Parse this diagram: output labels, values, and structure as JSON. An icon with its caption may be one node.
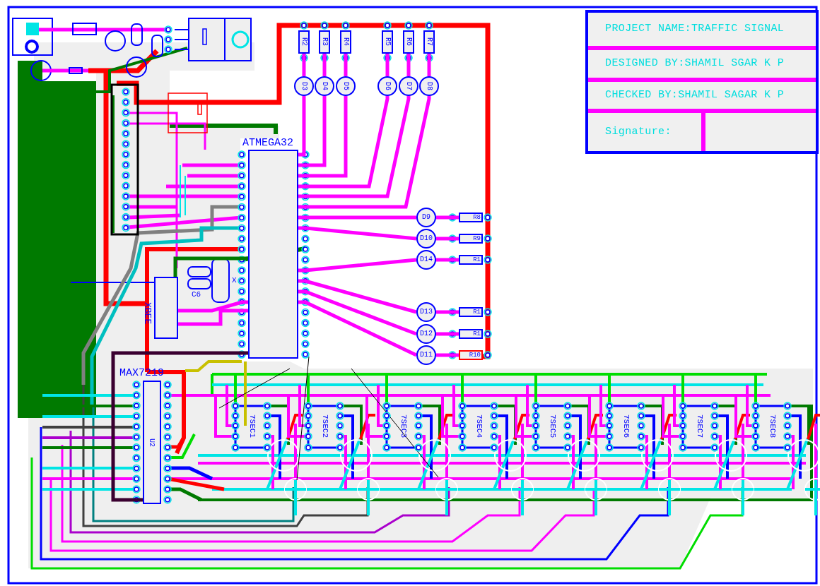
{
  "diagram": {
    "nodes": [
      {
        "text": [],
        "shape": "box"
      },
      {
        "text": [
          "PROJECT NAME:TRAFFIC SIGNAL"
        ],
        "in": 0
      },
      {
        "text": [
          "DESIGNED BY:SHAMIL SGAR K P"
        ],
        "in": 0
      },
      {
        "text": [
          "CHECKED BY:SHAMIL SAGAR K P"
        ],
        "in": 0
      },
      {
        "text": [
          "Signature:"
        ],
        "in": 0
      },
      {
        "text": [
          "R2"
        ]
      },
      {
        "text": [
          "R3"
        ]
      },
      {
        "text": [
          "R4"
        ]
      },
      {
        "text": [
          "R5"
        ]
      },
      {
        "text": [
          "R6"
        ]
      },
      {
        "text": [
          "R7"
        ]
      },
      {
        "text": [
          "D3"
        ]
      },
      {
        "text": [
          "D4"
        ]
      },
      {
        "text": [
          "D5"
        ]
      },
      {
        "text": [
          "D6"
        ]
      },
      {
        "text": [
          "D7"
        ]
      },
      {
        "text": [
          "D8"
        ]
      },
      {
        "text": [
          "ATMEGA32"
        ]
      },
      {
        "text": [
          "D9"
        ]
      },
      {
        "text": [
          "D10"
        ]
      },
      {
        "text": [
          "D14"
        ]
      },
      {
        "text": [
          "D13"
        ]
      },
      {
        "text": [
          "D12"
        ]
      },
      {
        "text": [
          "D11"
        ]
      },
      {
        "text": [
          "R8"
        ]
      },
      {
        "text": [
          "R9"
        ]
      },
      {
        "text": [
          "R1"
        ]
      },
      {
        "text": [
          "R1"
        ]
      },
      {
        "text": [
          "R1"
        ]
      },
      {
        "text": [
          "R10"
        ]
      },
      {
        "text": [
          "XBEE"
        ]
      },
      {
        "text": [
          "MAX7219",
          "U2"
        ]
      },
      {
        "text": [
          "7SEC1"
        ]
      },
      {
        "text": [
          "7SEC2"
        ]
      },
      {
        "text": [
          "7SEC3"
        ]
      },
      {
        "text": [
          "7SEC4"
        ]
      },
      {
        "text": [
          "7SEC5"
        ]
      },
      {
        "text": [
          "7SEC6"
        ]
      },
      {
        "text": [
          "7SEC7"
        ]
      },
      {
        "text": [
          "7SEC8"
        ]
      }
    ],
    "edges": [
      {
        "from": 5,
        "to": 11,
        "arrow": "none"
      },
      {
        "from": 6,
        "to": 12,
        "arrow": "none"
      },
      {
        "from": 7,
        "to": 13,
        "arrow": "none"
      },
      {
        "from": 8,
        "to": 14,
        "arrow": "none"
      },
      {
        "from": 9,
        "to": 15,
        "arrow": "none"
      },
      {
        "from": 10,
        "to": 16,
        "arrow": "none"
      },
      {
        "from": 11,
        "to": 17,
        "arrow": "none"
      },
      {
        "from": 12,
        "to": 17,
        "arrow": "none"
      },
      {
        "from": 13,
        "to": 17,
        "arrow": "none"
      },
      {
        "from": 14,
        "to": 17,
        "arrow": "none"
      },
      {
        "from": 15,
        "to": 17,
        "arrow": "none"
      },
      {
        "from": 16,
        "to": 17,
        "arrow": "none"
      },
      {
        "from": 17,
        "to": 18,
        "arrow": "none"
      },
      {
        "from": 17,
        "to": 19,
        "arrow": "none"
      },
      {
        "from": 17,
        "to": 20,
        "arrow": "none"
      },
      {
        "from": 17,
        "to": 21,
        "arrow": "none"
      },
      {
        "from": 17,
        "to": 22,
        "arrow": "none"
      },
      {
        "from": 17,
        "to": 23,
        "arrow": "none"
      },
      {
        "from": 18,
        "to": 24,
        "arrow": "none"
      },
      {
        "from": 19,
        "to": 25,
        "arrow": "none"
      },
      {
        "from": 20,
        "to": 26,
        "arrow": "none"
      },
      {
        "from": 21,
        "to": 27,
        "arrow": "none"
      },
      {
        "from": 22,
        "to": 28,
        "arrow": "none"
      },
      {
        "from": 23,
        "to": 29,
        "arrow": "none"
      },
      {
        "from": 17,
        "to": 31,
        "arrow": "none",
        "color": "#3a0030"
      },
      {
        "from": 17,
        "to": 30,
        "arrow": "none"
      },
      {
        "from": 17,
        "to": 30,
        "arrow": "none"
      },
      {
        "from": 17,
        "to": 30,
        "arrow": "none",
        "color": "#007a00"
      }
    ],
    "labels": [
      "C6",
      "X"
    ]
  }
}
